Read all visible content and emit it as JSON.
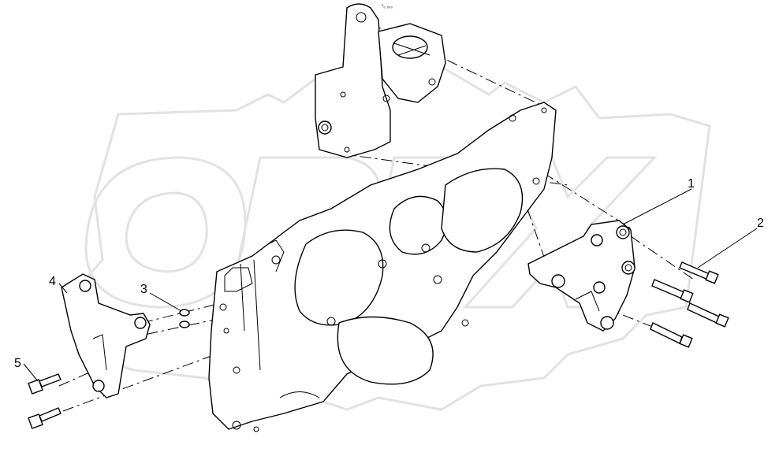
{
  "diagram": {
    "callouts": [
      {
        "label": "1"
      },
      {
        "label": "2"
      },
      {
        "label": "3"
      },
      {
        "label": "4"
      },
      {
        "label": "5"
      }
    ],
    "small_mark": "⁰₀ ₀₀₀",
    "watermark": "OPEX",
    "parts": [
      "mounting-bracket",
      "flange-bolts",
      "dowel-pins",
      "side-bracket",
      "bolts",
      "timing-gear-housing",
      "upper-bracket-assembly"
    ]
  }
}
